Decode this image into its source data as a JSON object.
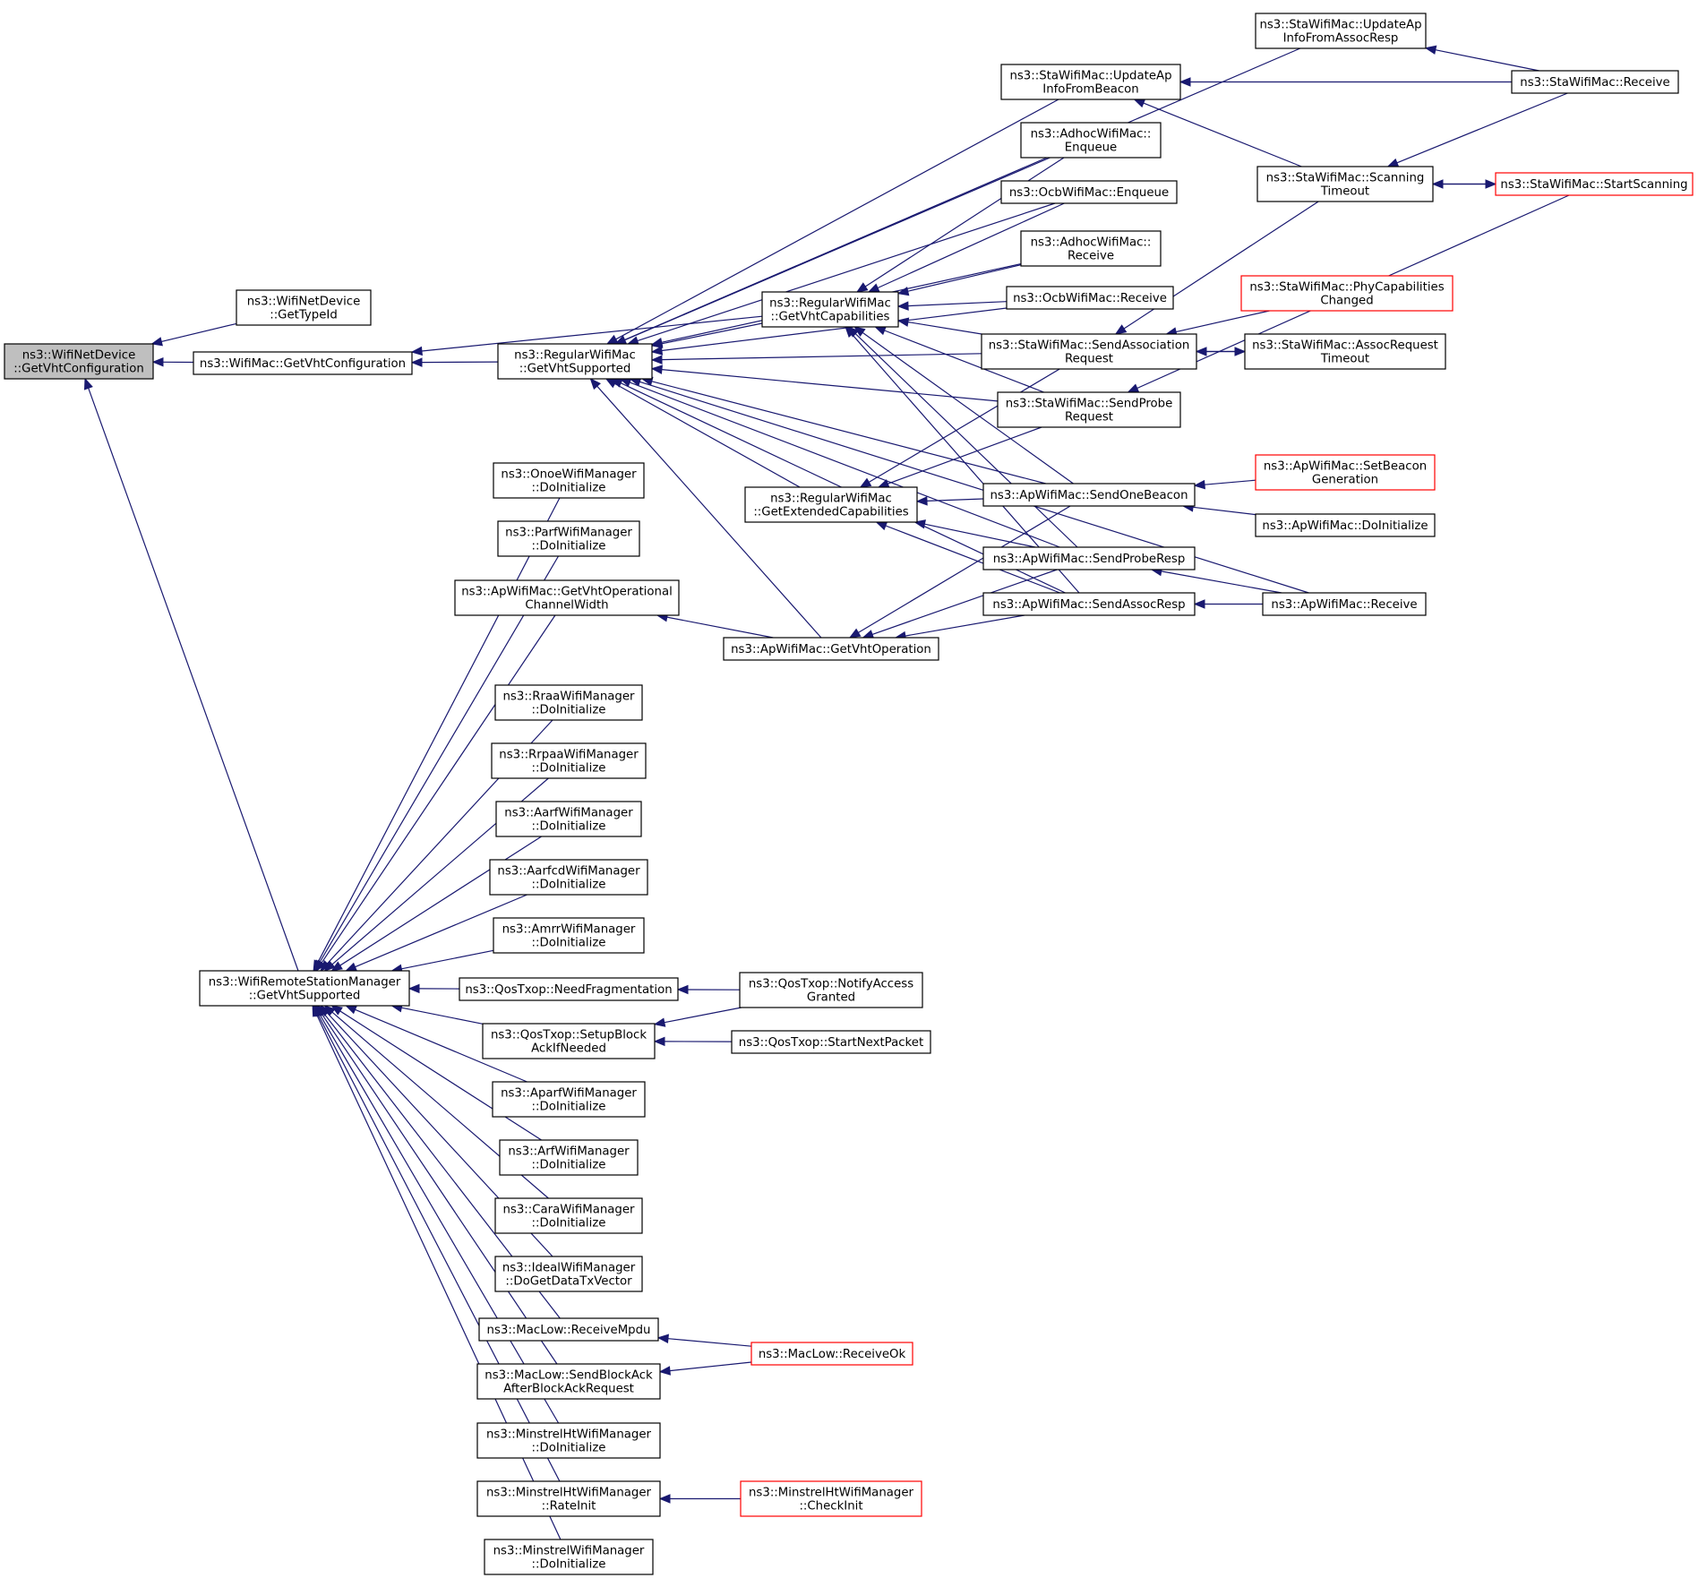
{
  "diagram": {
    "type": "caller-graph",
    "colors": {
      "edge": "#191970",
      "root_fill": "#bfbfbf",
      "node_border": "#000000",
      "truncated_border": "#ff0000"
    },
    "nodes": [
      {
        "id": "root",
        "lines": [
          "ns3::WifiNetDevice",
          "::GetVhtConfiguration"
        ],
        "style": "root"
      },
      {
        "id": "gettypeid",
        "lines": [
          "ns3::WifiNetDevice",
          "::GetTypeId"
        ]
      },
      {
        "id": "wmgetvht",
        "lines": [
          "ns3::WifiMac::GetVhtConfiguration"
        ]
      },
      {
        "id": "rwmvhtsup",
        "lines": [
          "ns3::RegularWifiMac",
          "::GetVhtSupported"
        ]
      },
      {
        "id": "rwmvhtcap",
        "lines": [
          "ns3::RegularWifiMac",
          "::GetVhtCapabilities"
        ]
      },
      {
        "id": "rwmextcap",
        "lines": [
          "ns3::RegularWifiMac",
          "::GetExtendedCapabilities"
        ]
      },
      {
        "id": "apgetvhtop",
        "lines": [
          "ns3::ApWifiMac::GetVhtOperation"
        ]
      },
      {
        "id": "apvhtopcw",
        "lines": [
          "ns3::ApWifiMac::GetVhtOperational",
          "ChannelWidth"
        ]
      },
      {
        "id": "staupdassoc",
        "lines": [
          "ns3::StaWifiMac::UpdateAp",
          "InfoFromAssocResp"
        ]
      },
      {
        "id": "staupdbeacon",
        "lines": [
          "ns3::StaWifiMac::UpdateAp",
          "InfoFromBeacon"
        ]
      },
      {
        "id": "adhocenq",
        "lines": [
          "ns3::AdhocWifiMac::",
          "Enqueue"
        ]
      },
      {
        "id": "ocbenq",
        "lines": [
          "ns3::OcbWifiMac::Enqueue"
        ]
      },
      {
        "id": "adhocrecv",
        "lines": [
          "ns3::AdhocWifiMac::",
          "Receive"
        ]
      },
      {
        "id": "ocbrecv",
        "lines": [
          "ns3::OcbWifiMac::Receive"
        ]
      },
      {
        "id": "stasendassoc",
        "lines": [
          "ns3::StaWifiMac::SendAssociation",
          "Request"
        ]
      },
      {
        "id": "stasendprobe",
        "lines": [
          "ns3::StaWifiMac::SendProbe",
          "Request"
        ]
      },
      {
        "id": "apsendbeacon",
        "lines": [
          "ns3::ApWifiMac::SendOneBeacon"
        ]
      },
      {
        "id": "apsendprobe",
        "lines": [
          "ns3::ApWifiMac::SendProbeResp"
        ]
      },
      {
        "id": "apsendassoc",
        "lines": [
          "ns3::ApWifiMac::SendAssocResp"
        ]
      },
      {
        "id": "stareceive",
        "lines": [
          "ns3::StaWifiMac::Receive"
        ]
      },
      {
        "id": "stascan",
        "lines": [
          "ns3::StaWifiMac::Scanning",
          "Timeout"
        ]
      },
      {
        "id": "stastartscan",
        "lines": [
          "ns3::StaWifiMac::StartScanning"
        ],
        "style": "trunc"
      },
      {
        "id": "staphycap",
        "lines": [
          "ns3::StaWifiMac::PhyCapabilities",
          "Changed"
        ],
        "style": "trunc"
      },
      {
        "id": "staassocto",
        "lines": [
          "ns3::StaWifiMac::AssocRequest",
          "Timeout"
        ]
      },
      {
        "id": "apsetbeacon",
        "lines": [
          "ns3::ApWifiMac::SetBeacon",
          "Generation"
        ],
        "style": "trunc"
      },
      {
        "id": "apdoinit",
        "lines": [
          "ns3::ApWifiMac::DoInitialize"
        ]
      },
      {
        "id": "apreceive",
        "lines": [
          "ns3::ApWifiMac::Receive"
        ]
      },
      {
        "id": "wrsmvht",
        "lines": [
          "ns3::WifiRemoteStationManager",
          "::GetVhtSupported"
        ]
      },
      {
        "id": "onoe",
        "lines": [
          "ns3::OnoeWifiManager",
          "::DoInitialize"
        ]
      },
      {
        "id": "parf",
        "lines": [
          "ns3::ParfWifiManager",
          "::DoInitialize"
        ]
      },
      {
        "id": "rraa",
        "lines": [
          "ns3::RraaWifiManager",
          "::DoInitialize"
        ]
      },
      {
        "id": "rrpaa",
        "lines": [
          "ns3::RrpaaWifiManager",
          "::DoInitialize"
        ]
      },
      {
        "id": "aarf",
        "lines": [
          "ns3::AarfWifiManager",
          "::DoInitialize"
        ]
      },
      {
        "id": "aarfcd",
        "lines": [
          "ns3::AarfcdWifiManager",
          "::DoInitialize"
        ]
      },
      {
        "id": "amrr",
        "lines": [
          "ns3::AmrrWifiManager",
          "::DoInitialize"
        ]
      },
      {
        "id": "needfrag",
        "lines": [
          "ns3::QosTxop::NeedFragmentation"
        ]
      },
      {
        "id": "setupblock",
        "lines": [
          "ns3::QosTxop::SetupBlock",
          "AckIfNeeded"
        ]
      },
      {
        "id": "aparf",
        "lines": [
          "ns3::AparfWifiManager",
          "::DoInitialize"
        ]
      },
      {
        "id": "arf",
        "lines": [
          "ns3::ArfWifiManager",
          "::DoInitialize"
        ]
      },
      {
        "id": "cara",
        "lines": [
          "ns3::CaraWifiManager",
          "::DoInitialize"
        ]
      },
      {
        "id": "ideal",
        "lines": [
          "ns3::IdealWifiManager",
          "::DoGetDataTxVector"
        ]
      },
      {
        "id": "recvmpdu",
        "lines": [
          "ns3::MacLow::ReceiveMpdu"
        ]
      },
      {
        "id": "sendblockack",
        "lines": [
          "ns3::MacLow::SendBlockAck",
          "AfterBlockAckRequest"
        ]
      },
      {
        "id": "minhtinit",
        "lines": [
          "ns3::MinstrelHtWifiManager",
          "::DoInitialize"
        ]
      },
      {
        "id": "minhtrate",
        "lines": [
          "ns3::MinstrelHtWifiManager",
          "::RateInit"
        ]
      },
      {
        "id": "mininit",
        "lines": [
          "ns3::MinstrelWifiManager",
          "::DoInitialize"
        ]
      },
      {
        "id": "notifyaccess",
        "lines": [
          "ns3::QosTxop::NotifyAccess",
          "Granted"
        ]
      },
      {
        "id": "startnext",
        "lines": [
          "ns3::QosTxop::StartNextPacket"
        ]
      },
      {
        "id": "receiveok",
        "lines": [
          "ns3::MacLow::ReceiveOk"
        ],
        "style": "trunc"
      },
      {
        "id": "checkinit",
        "lines": [
          "ns3::MinstrelHtWifiManager",
          "::CheckInit"
        ],
        "style": "trunc"
      }
    ],
    "edges": [
      {
        "from": "gettypeid",
        "to": "root"
      },
      {
        "from": "wmgetvht",
        "to": "root"
      },
      {
        "from": "wrsmvht",
        "to": "root"
      },
      {
        "from": "rwmvhtsup",
        "to": "wmgetvht"
      },
      {
        "from": "rwmvhtcap",
        "to": "wmgetvht"
      },
      {
        "from": "rwmvhtcap",
        "to": "rwmvhtsup"
      },
      {
        "from": "rwmextcap",
        "to": "rwmvhtsup"
      },
      {
        "from": "apgetvhtop",
        "to": "rwmvhtsup"
      },
      {
        "from": "staupdassoc",
        "to": "rwmvhtsup"
      },
      {
        "from": "staupdbeacon",
        "to": "rwmvhtsup"
      },
      {
        "from": "adhocenq",
        "to": "rwmvhtsup"
      },
      {
        "from": "ocbenq",
        "to": "rwmvhtsup"
      },
      {
        "from": "adhocrecv",
        "to": "rwmvhtsup"
      },
      {
        "from": "ocbrecv",
        "to": "rwmvhtsup"
      },
      {
        "from": "stasendassoc",
        "to": "rwmvhtsup"
      },
      {
        "from": "stasendprobe",
        "to": "rwmvhtsup"
      },
      {
        "from": "apsendbeacon",
        "to": "rwmvhtsup"
      },
      {
        "from": "apsendprobe",
        "to": "rwmvhtsup"
      },
      {
        "from": "apsendassoc",
        "to": "rwmvhtsup"
      },
      {
        "from": "apreceive",
        "to": "rwmvhtsup"
      },
      {
        "from": "adhocenq",
        "to": "rwmvhtcap"
      },
      {
        "from": "ocbenq",
        "to": "rwmvhtcap"
      },
      {
        "from": "adhocrecv",
        "to": "rwmvhtcap"
      },
      {
        "from": "ocbrecv",
        "to": "rwmvhtcap"
      },
      {
        "from": "stasendassoc",
        "to": "rwmvhtcap"
      },
      {
        "from": "stasendprobe",
        "to": "rwmvhtcap"
      },
      {
        "from": "apsendbeacon",
        "to": "rwmvhtcap"
      },
      {
        "from": "apsendprobe",
        "to": "rwmvhtcap"
      },
      {
        "from": "apsendassoc",
        "to": "rwmvhtcap"
      },
      {
        "from": "stasendassoc",
        "to": "rwmextcap"
      },
      {
        "from": "stasendprobe",
        "to": "rwmextcap"
      },
      {
        "from": "apsendbeacon",
        "to": "rwmextcap"
      },
      {
        "from": "apsendprobe",
        "to": "rwmextcap"
      },
      {
        "from": "apsendassoc",
        "to": "rwmextcap"
      },
      {
        "from": "apsendbeacon",
        "to": "apgetvhtop"
      },
      {
        "from": "apsendprobe",
        "to": "apgetvhtop"
      },
      {
        "from": "apsendassoc",
        "to": "apgetvhtop"
      },
      {
        "from": "apgetvhtop",
        "to": "apvhtopcw"
      },
      {
        "from": "apvhtopcw",
        "to": "wrsmvht"
      },
      {
        "from": "stareceive",
        "to": "staupdassoc"
      },
      {
        "from": "stareceive",
        "to": "staupdbeacon"
      },
      {
        "from": "stascan",
        "to": "staupdbeacon"
      },
      {
        "from": "stareceive",
        "to": "stascan"
      },
      {
        "from": "stastartscan",
        "to": "stascan"
      },
      {
        "from": "stascan",
        "to": "stastartscan"
      },
      {
        "from": "stascan",
        "to": "stasendassoc"
      },
      {
        "from": "staphycap",
        "to": "stasendassoc"
      },
      {
        "from": "staassocto",
        "to": "stasendassoc"
      },
      {
        "from": "stasendassoc",
        "to": "staassocto"
      },
      {
        "from": "stastartscan",
        "to": "stasendprobe"
      },
      {
        "from": "apsetbeacon",
        "to": "apsendbeacon"
      },
      {
        "from": "apdoinit",
        "to": "apsendbeacon"
      },
      {
        "from": "apreceive",
        "to": "apsendprobe"
      },
      {
        "from": "apreceive",
        "to": "apsendassoc"
      },
      {
        "from": "onoe",
        "to": "wrsmvht"
      },
      {
        "from": "parf",
        "to": "wrsmvht"
      },
      {
        "from": "rraa",
        "to": "wrsmvht"
      },
      {
        "from": "rrpaa",
        "to": "wrsmvht"
      },
      {
        "from": "aarf",
        "to": "wrsmvht"
      },
      {
        "from": "aarfcd",
        "to": "wrsmvht"
      },
      {
        "from": "amrr",
        "to": "wrsmvht"
      },
      {
        "from": "needfrag",
        "to": "wrsmvht"
      },
      {
        "from": "setupblock",
        "to": "wrsmvht"
      },
      {
        "from": "aparf",
        "to": "wrsmvht"
      },
      {
        "from": "arf",
        "to": "wrsmvht"
      },
      {
        "from": "cara",
        "to": "wrsmvht"
      },
      {
        "from": "ideal",
        "to": "wrsmvht"
      },
      {
        "from": "recvmpdu",
        "to": "wrsmvht"
      },
      {
        "from": "sendblockack",
        "to": "wrsmvht"
      },
      {
        "from": "minhtinit",
        "to": "wrsmvht"
      },
      {
        "from": "minhtrate",
        "to": "wrsmvht"
      },
      {
        "from": "mininit",
        "to": "wrsmvht"
      },
      {
        "from": "notifyaccess",
        "to": "needfrag"
      },
      {
        "from": "notifyaccess",
        "to": "setupblock"
      },
      {
        "from": "startnext",
        "to": "setupblock"
      },
      {
        "from": "receiveok",
        "to": "recvmpdu"
      },
      {
        "from": "receiveok",
        "to": "sendblockack"
      },
      {
        "from": "checkinit",
        "to": "minhtrate"
      }
    ]
  }
}
